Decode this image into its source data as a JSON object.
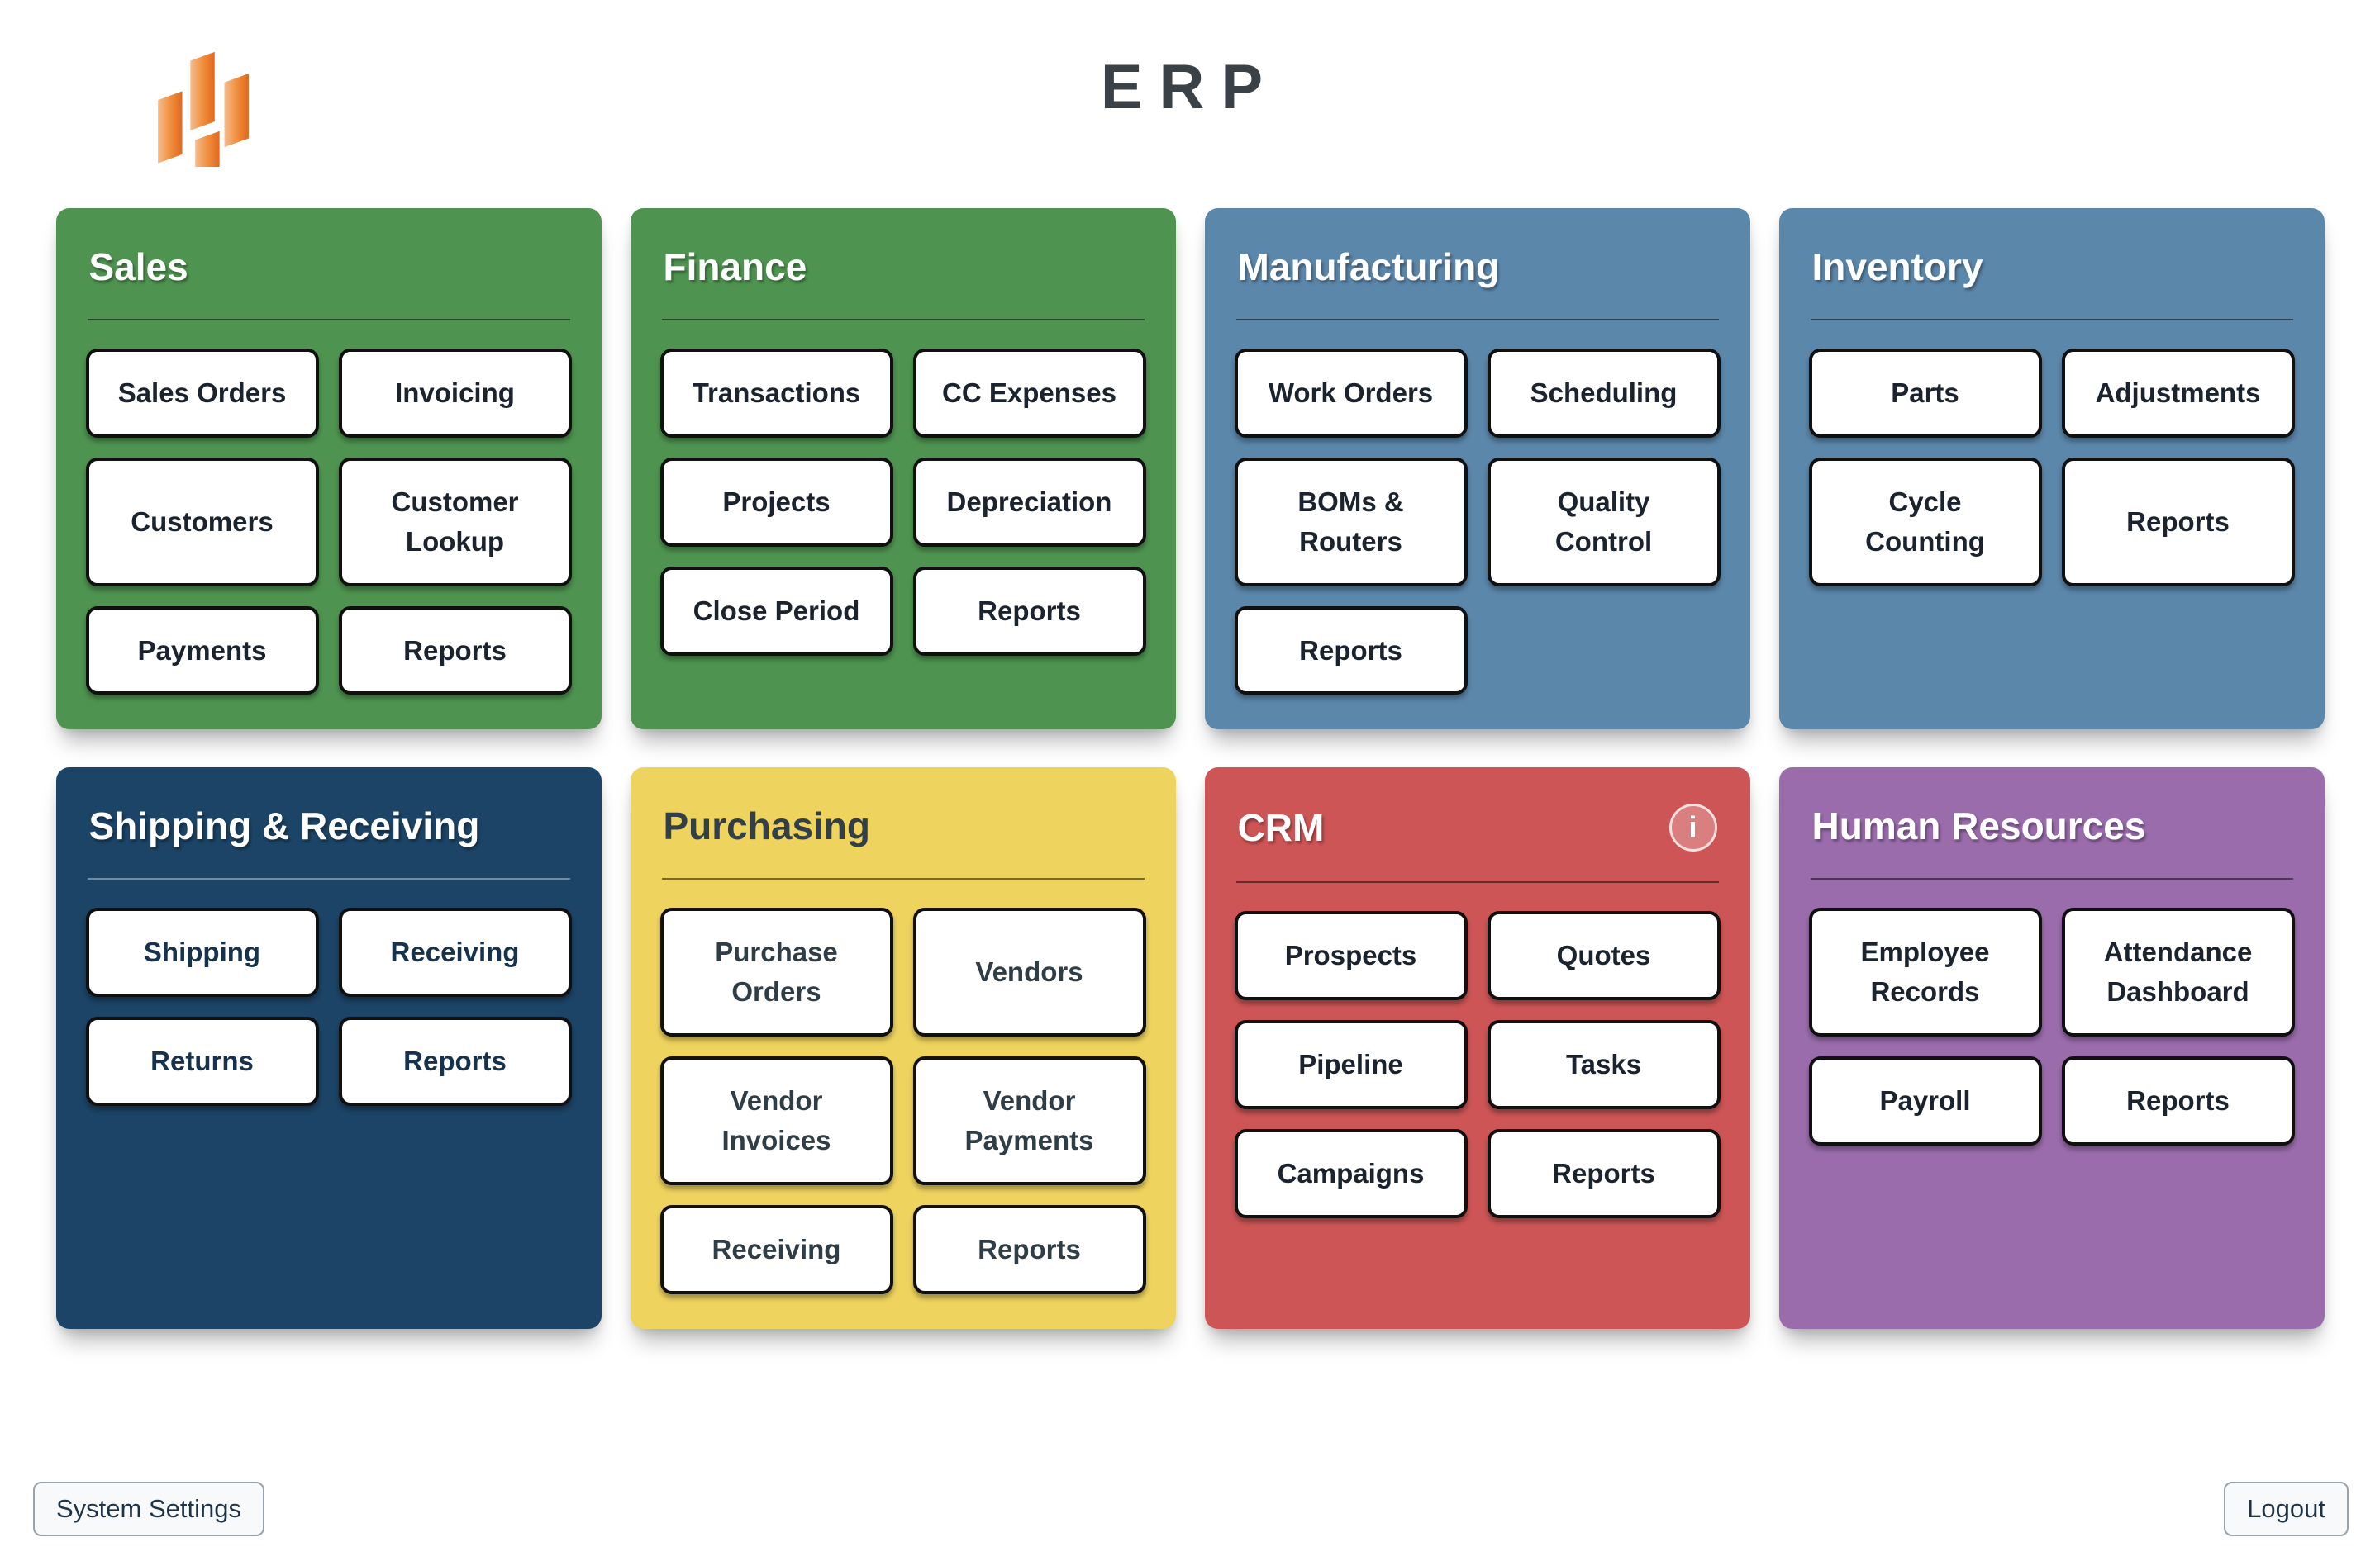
{
  "header": {
    "title": "ERP"
  },
  "colors": {
    "panel_green": "#4e9450",
    "panel_steel_blue": "#5b87ab",
    "panel_navy": "#1c4466",
    "panel_yellow": "#eed35e",
    "panel_red": "#cd5555",
    "panel_purple": "#9a6cac",
    "logo_orange_light": "#f7bc8e",
    "logo_orange_dark": "#e2671d",
    "app_title_text": "#3a4247",
    "button_bg": "#ffffff"
  },
  "panels": [
    {
      "title": "Sales",
      "color": "#4e9450",
      "buttons": [
        "Sales Orders",
        "Invoicing",
        "Customers",
        "Customer Lookup",
        "Payments",
        "Reports"
      ]
    },
    {
      "title": "Finance",
      "color": "#4e9450",
      "buttons": [
        "Transactions",
        "CC Expenses",
        "Projects",
        "Depreciation",
        "Close Period",
        "Reports"
      ]
    },
    {
      "title": "Manufacturing",
      "color": "#5b87ab",
      "buttons": [
        "Work Orders",
        "Scheduling",
        "BOMs & Routers",
        "Quality Control",
        "Reports"
      ]
    },
    {
      "title": "Inventory",
      "color": "#5b87ab",
      "buttons": [
        "Parts",
        "Adjustments",
        "Cycle Counting",
        "Reports"
      ]
    },
    {
      "title": "Shipping & Receiving",
      "color": "#1c4466",
      "buttons": [
        "Shipping",
        "Receiving",
        "Returns",
        "Reports"
      ]
    },
    {
      "title": "Purchasing",
      "color": "#eed35e",
      "buttons": [
        "Purchase Orders",
        "Vendors",
        "Vendor Invoices",
        "Vendor Payments",
        "Receiving",
        "Reports"
      ]
    },
    {
      "title": "CRM",
      "color": "#cd5555",
      "info_icon": "i",
      "buttons": [
        "Prospects",
        "Quotes",
        "Pipeline",
        "Tasks",
        "Campaigns",
        "Reports"
      ]
    },
    {
      "title": "Human Resources",
      "color": "#9a6cac",
      "buttons": [
        "Employee Records",
        "Attendance Dashboard",
        "Payroll",
        "Reports"
      ]
    }
  ],
  "footer": {
    "system_settings_label": "System Settings",
    "logout_label": "Logout"
  }
}
